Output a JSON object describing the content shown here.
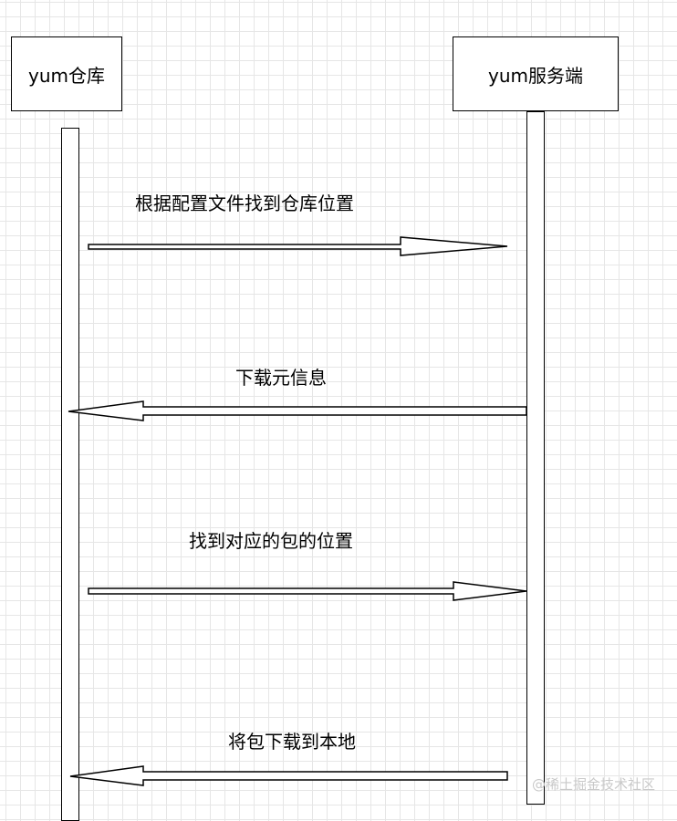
{
  "actors": [
    {
      "label": "yum仓库"
    },
    {
      "label": "yum服务端"
    }
  ],
  "messages": [
    {
      "label": "根据配置文件找到仓库位置",
      "from": 0,
      "to": 1
    },
    {
      "label": "下载元信息",
      "from": 1,
      "to": 0
    },
    {
      "label": "找到对应的包的位置",
      "from": 0,
      "to": 1
    },
    {
      "label": "将包下载到本地",
      "from": 1,
      "to": 0
    }
  ],
  "watermark": "@稀土掘金技术社区"
}
